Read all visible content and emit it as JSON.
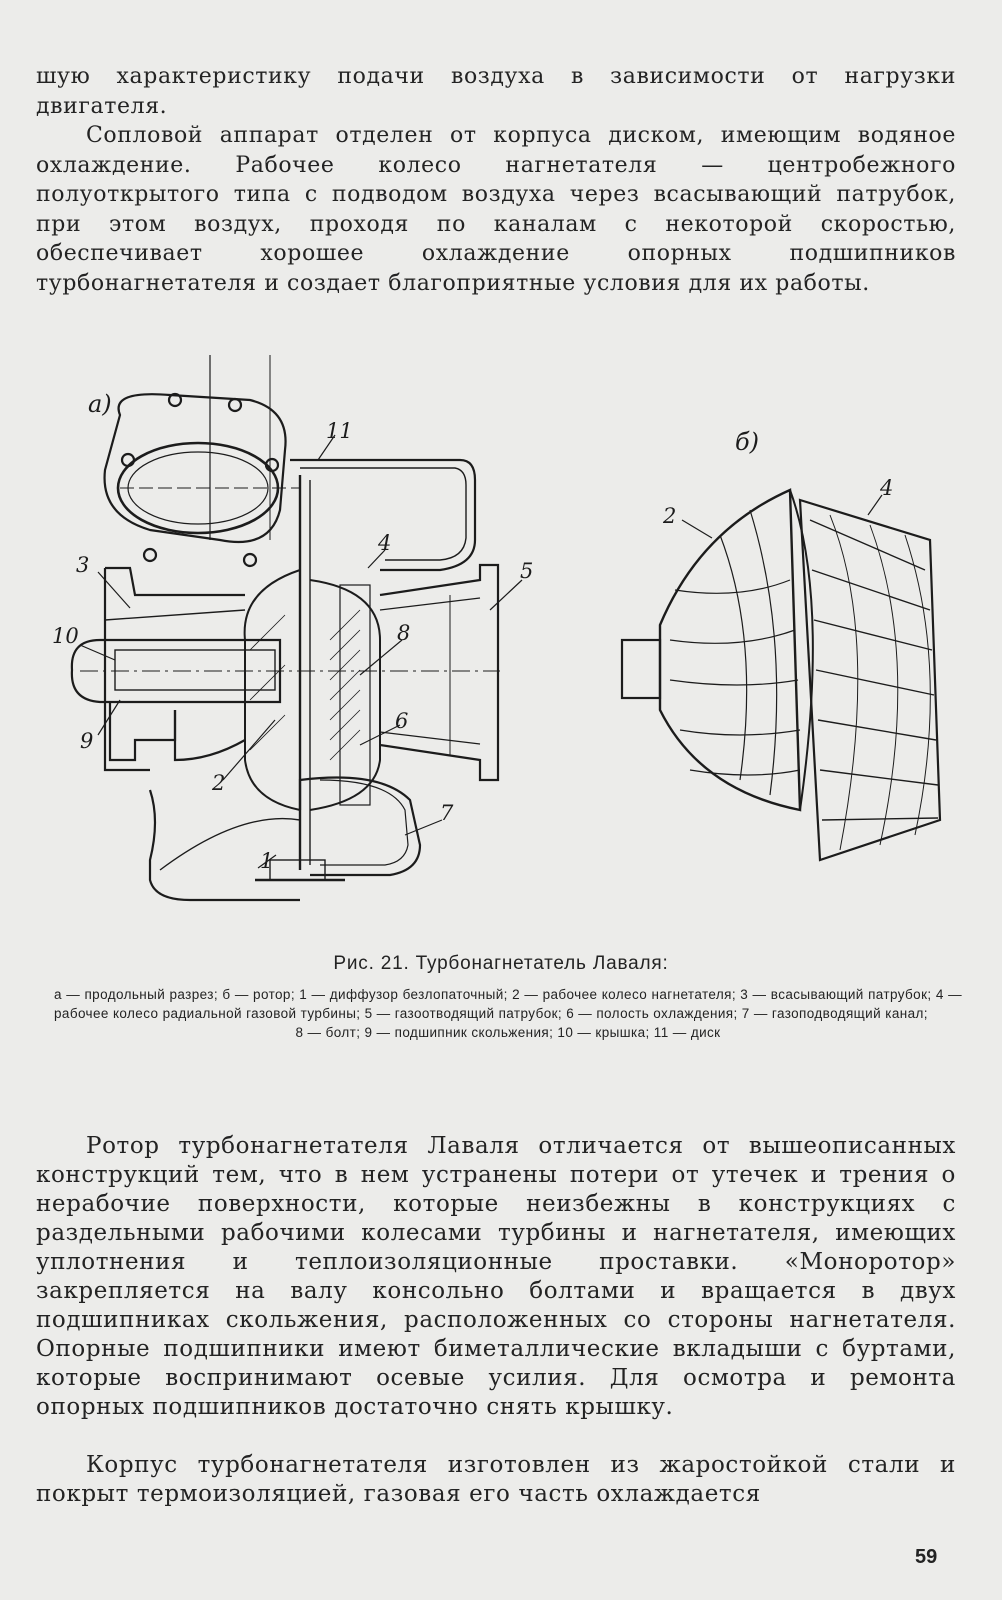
{
  "page": {
    "paragraph_1": "шую характеристику подачи воздуха в зависимости от нагрузки двигателя.",
    "paragraph_2": "Сопловой аппарат отделен от корпуса диском, имеющим водяное охлаждение. Рабочее колесо нагнетателя — центробежного полуоткрытого типа с подводом воздуха через всасывающий патрубок, при этом воздух, проходя по каналам с некоторой скоростью, обеспечивает хорошее охлаждение опорных подшипников турбонагнетателя и создает благоприятные условия для их работы.",
    "paragraph_3": "Ротор турбонагнетателя Лаваля отличается от вышеописанных конструкций тем, что в нем устранены потери от утечек и трения о нерабочие поверхности, которые неизбежны в конструкциях с раздельными рабочими колесами турбины и нагнетателя, имеющих уплотнения и теплоизоляционные проставки. «Моноротор» закрепляется на валу консольно болтами и вращается в двух подшипниках скольжения, расположенных со стороны нагнетателя. Опорные подшипники имеют биметаллические вкладыши с буртами, которые воспринимают осевые усилия. Для осмотра и ремонта опорных подшипников достаточно снять крышку.",
    "paragraph_4": "Корпус турбонагнетателя изготовлен из жаростойкой стали и покрыт термоизоляцией, газовая его часть охлаждается",
    "page_number": "59"
  },
  "figure": {
    "panel_a_label": "а)",
    "panel_b_label": "б)",
    "labels_a": [
      "1",
      "2",
      "3",
      "4",
      "5",
      "6",
      "7",
      "8",
      "9",
      "10",
      "11"
    ],
    "labels_b": [
      "2",
      "4"
    ],
    "caption_title": "Рис. 21. Турбонагнетатель Лаваля:",
    "legend_main": "а — продольный разрез; б — ротор; 1 — диффузор безлопаточный; 2 — рабочее колесо нагнетателя; 3 — всасывающий патрубок; 4 — рабочее колесо радиальной газовой турбины; 5 — газоотводящий патрубок; 6 — полость охлаждения; 7 — газоподводящий канал;",
    "legend_last": "8 — болт; 9 — подшипник скольжения; 10 — крышка; 11 — диск"
  }
}
